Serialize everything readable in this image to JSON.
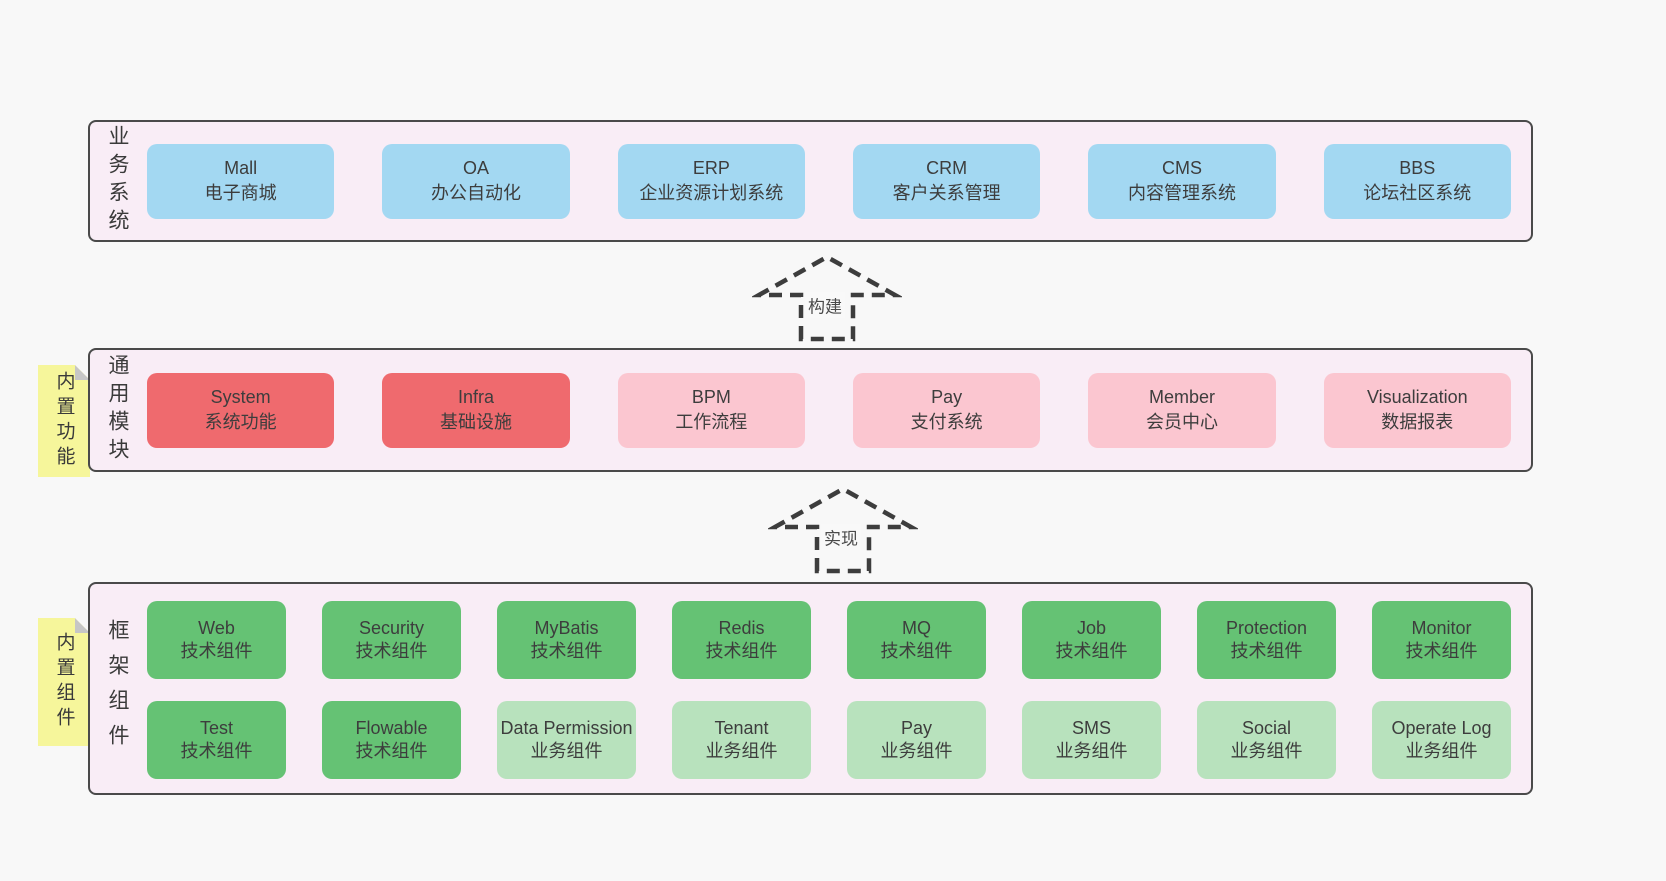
{
  "colors": {
    "page_bg": "#f8f8f8",
    "layer_bg": "#f9edf6",
    "layer_border": "#4a4a4a",
    "blue_box": "#a3d8f2",
    "red_box": "#ef6a6e",
    "pink_box": "#fbc6d0",
    "green_box": "#65c274",
    "light_green_box": "#b8e2bd",
    "note_yellow": "#f6f69b",
    "note_fold_gray": "#c6c6c6",
    "text": "#3d3d3d"
  },
  "layers": {
    "business": {
      "label": "业务系统",
      "boxes": [
        {
          "title": "Mall",
          "subtitle": "电子商城",
          "variant": "blue"
        },
        {
          "title": "OA",
          "subtitle": "办公自动化",
          "variant": "blue"
        },
        {
          "title": "ERP",
          "subtitle": "企业资源计划系统",
          "variant": "blue"
        },
        {
          "title": "CRM",
          "subtitle": "客户关系管理",
          "variant": "blue"
        },
        {
          "title": "CMS",
          "subtitle": "内容管理系统",
          "variant": "blue"
        },
        {
          "title": "BBS",
          "subtitle": "论坛社区系统",
          "variant": "blue"
        }
      ]
    },
    "modules": {
      "label": "通用模块",
      "note": "内置功能",
      "boxes": [
        {
          "title": "System",
          "subtitle": "系统功能",
          "variant": "red"
        },
        {
          "title": "Infra",
          "subtitle": "基础设施",
          "variant": "red"
        },
        {
          "title": "BPM",
          "subtitle": "工作流程",
          "variant": "pink"
        },
        {
          "title": "Pay",
          "subtitle": "支付系统",
          "variant": "pink"
        },
        {
          "title": "Member",
          "subtitle": "会员中心",
          "variant": "pink"
        },
        {
          "title": "Visualization",
          "subtitle": "数据报表",
          "variant": "pink"
        }
      ]
    },
    "components": {
      "label": "框架组件",
      "note": "内置组件",
      "rows": [
        [
          {
            "title": "Web",
            "subtitle": "技术组件",
            "variant": "green"
          },
          {
            "title": "Security",
            "subtitle": "技术组件",
            "variant": "green"
          },
          {
            "title": "MyBatis",
            "subtitle": "技术组件",
            "variant": "green"
          },
          {
            "title": "Redis",
            "subtitle": "技术组件",
            "variant": "green"
          },
          {
            "title": "MQ",
            "subtitle": "技术组件",
            "variant": "green"
          },
          {
            "title": "Job",
            "subtitle": "技术组件",
            "variant": "green"
          },
          {
            "title": "Protection",
            "subtitle": "技术组件",
            "variant": "green"
          },
          {
            "title": "Monitor",
            "subtitle": "技术组件",
            "variant": "green"
          }
        ],
        [
          {
            "title": "Test",
            "subtitle": "技术组件",
            "variant": "green"
          },
          {
            "title": "Flowable",
            "subtitle": "技术组件",
            "variant": "green"
          },
          {
            "title": "Data Permission",
            "subtitle": "业务组件",
            "variant": "lightgreen"
          },
          {
            "title": "Tenant",
            "subtitle": "业务组件",
            "variant": "lightgreen"
          },
          {
            "title": "Pay",
            "subtitle": "业务组件",
            "variant": "lightgreen"
          },
          {
            "title": "SMS",
            "subtitle": "业务组件",
            "variant": "lightgreen"
          },
          {
            "title": "Social",
            "subtitle": "业务组件",
            "variant": "lightgreen"
          },
          {
            "title": "Operate Log",
            "subtitle": "业务组件",
            "variant": "lightgreen"
          }
        ]
      ]
    }
  },
  "arrows": [
    {
      "label": "构建"
    },
    {
      "label": "实现"
    }
  ]
}
